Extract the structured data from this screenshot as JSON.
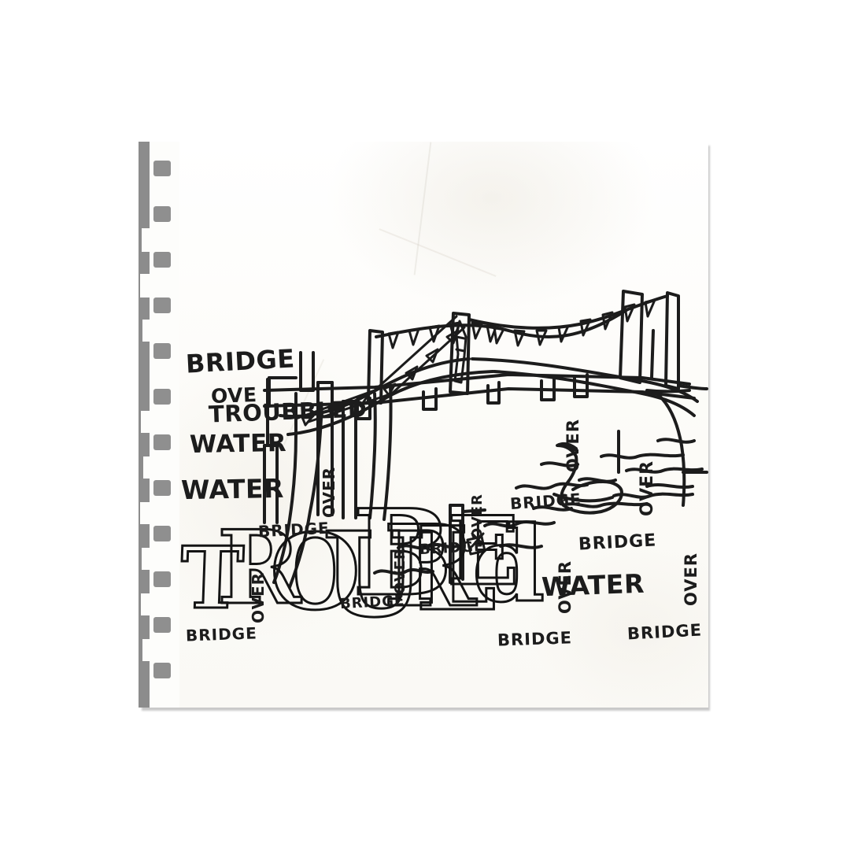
{
  "artwork": {
    "title": "Bridge Over Troubled Water sketch",
    "medium": "black pen on torn spiral notebook paper",
    "paper_color": "#fdfdfb",
    "ink_color": "#1c1c1c",
    "binding_color": "#8f8f8f"
  },
  "handwriting": {
    "title_block": {
      "line1": "BRIDGE",
      "line2": "OVE",
      "line3": "TROUBBLED",
      "line4": "WATER"
    },
    "water_word_left": "WATER",
    "water_word_right": "WATER",
    "big_word": "TROUBLED",
    "big_letters": [
      "T",
      "R",
      "O",
      "U",
      "B",
      "R",
      "L",
      "E",
      "d"
    ],
    "bridge_over_tags": [
      {
        "bridge": "BRIDGE",
        "over": "OVER"
      },
      {
        "bridge": "BRIDGE",
        "over": "OVER"
      },
      {
        "bridge": "BRIDGE",
        "over": "OVER"
      },
      {
        "bridge": "BRIDGE",
        "over": "OVER"
      },
      {
        "bridge": "BRIDGE",
        "over": "OVER"
      },
      {
        "bridge": "BRIDGE",
        "over": "OVER"
      },
      {
        "bridge": "BRIDGE",
        "over": "OVER"
      },
      {
        "bridge": "BRIDGE",
        "over": "OVER"
      },
      {
        "bridge": "BRIDGE",
        "over": "OVER"
      }
    ]
  },
  "drawing": {
    "elements": [
      "suspension-bridge",
      "bridge-towers",
      "bunting-flags",
      "bridge-railing-posts",
      "figure-on-bridge",
      "swan",
      "water-waves",
      "riverbank",
      "wooden-pilings"
    ],
    "swan_count": 1,
    "tower_count": 4,
    "bunting_flag_count": 16
  },
  "notebook": {
    "hole_count": 12,
    "edge": "torn-perforated-left-margin"
  }
}
